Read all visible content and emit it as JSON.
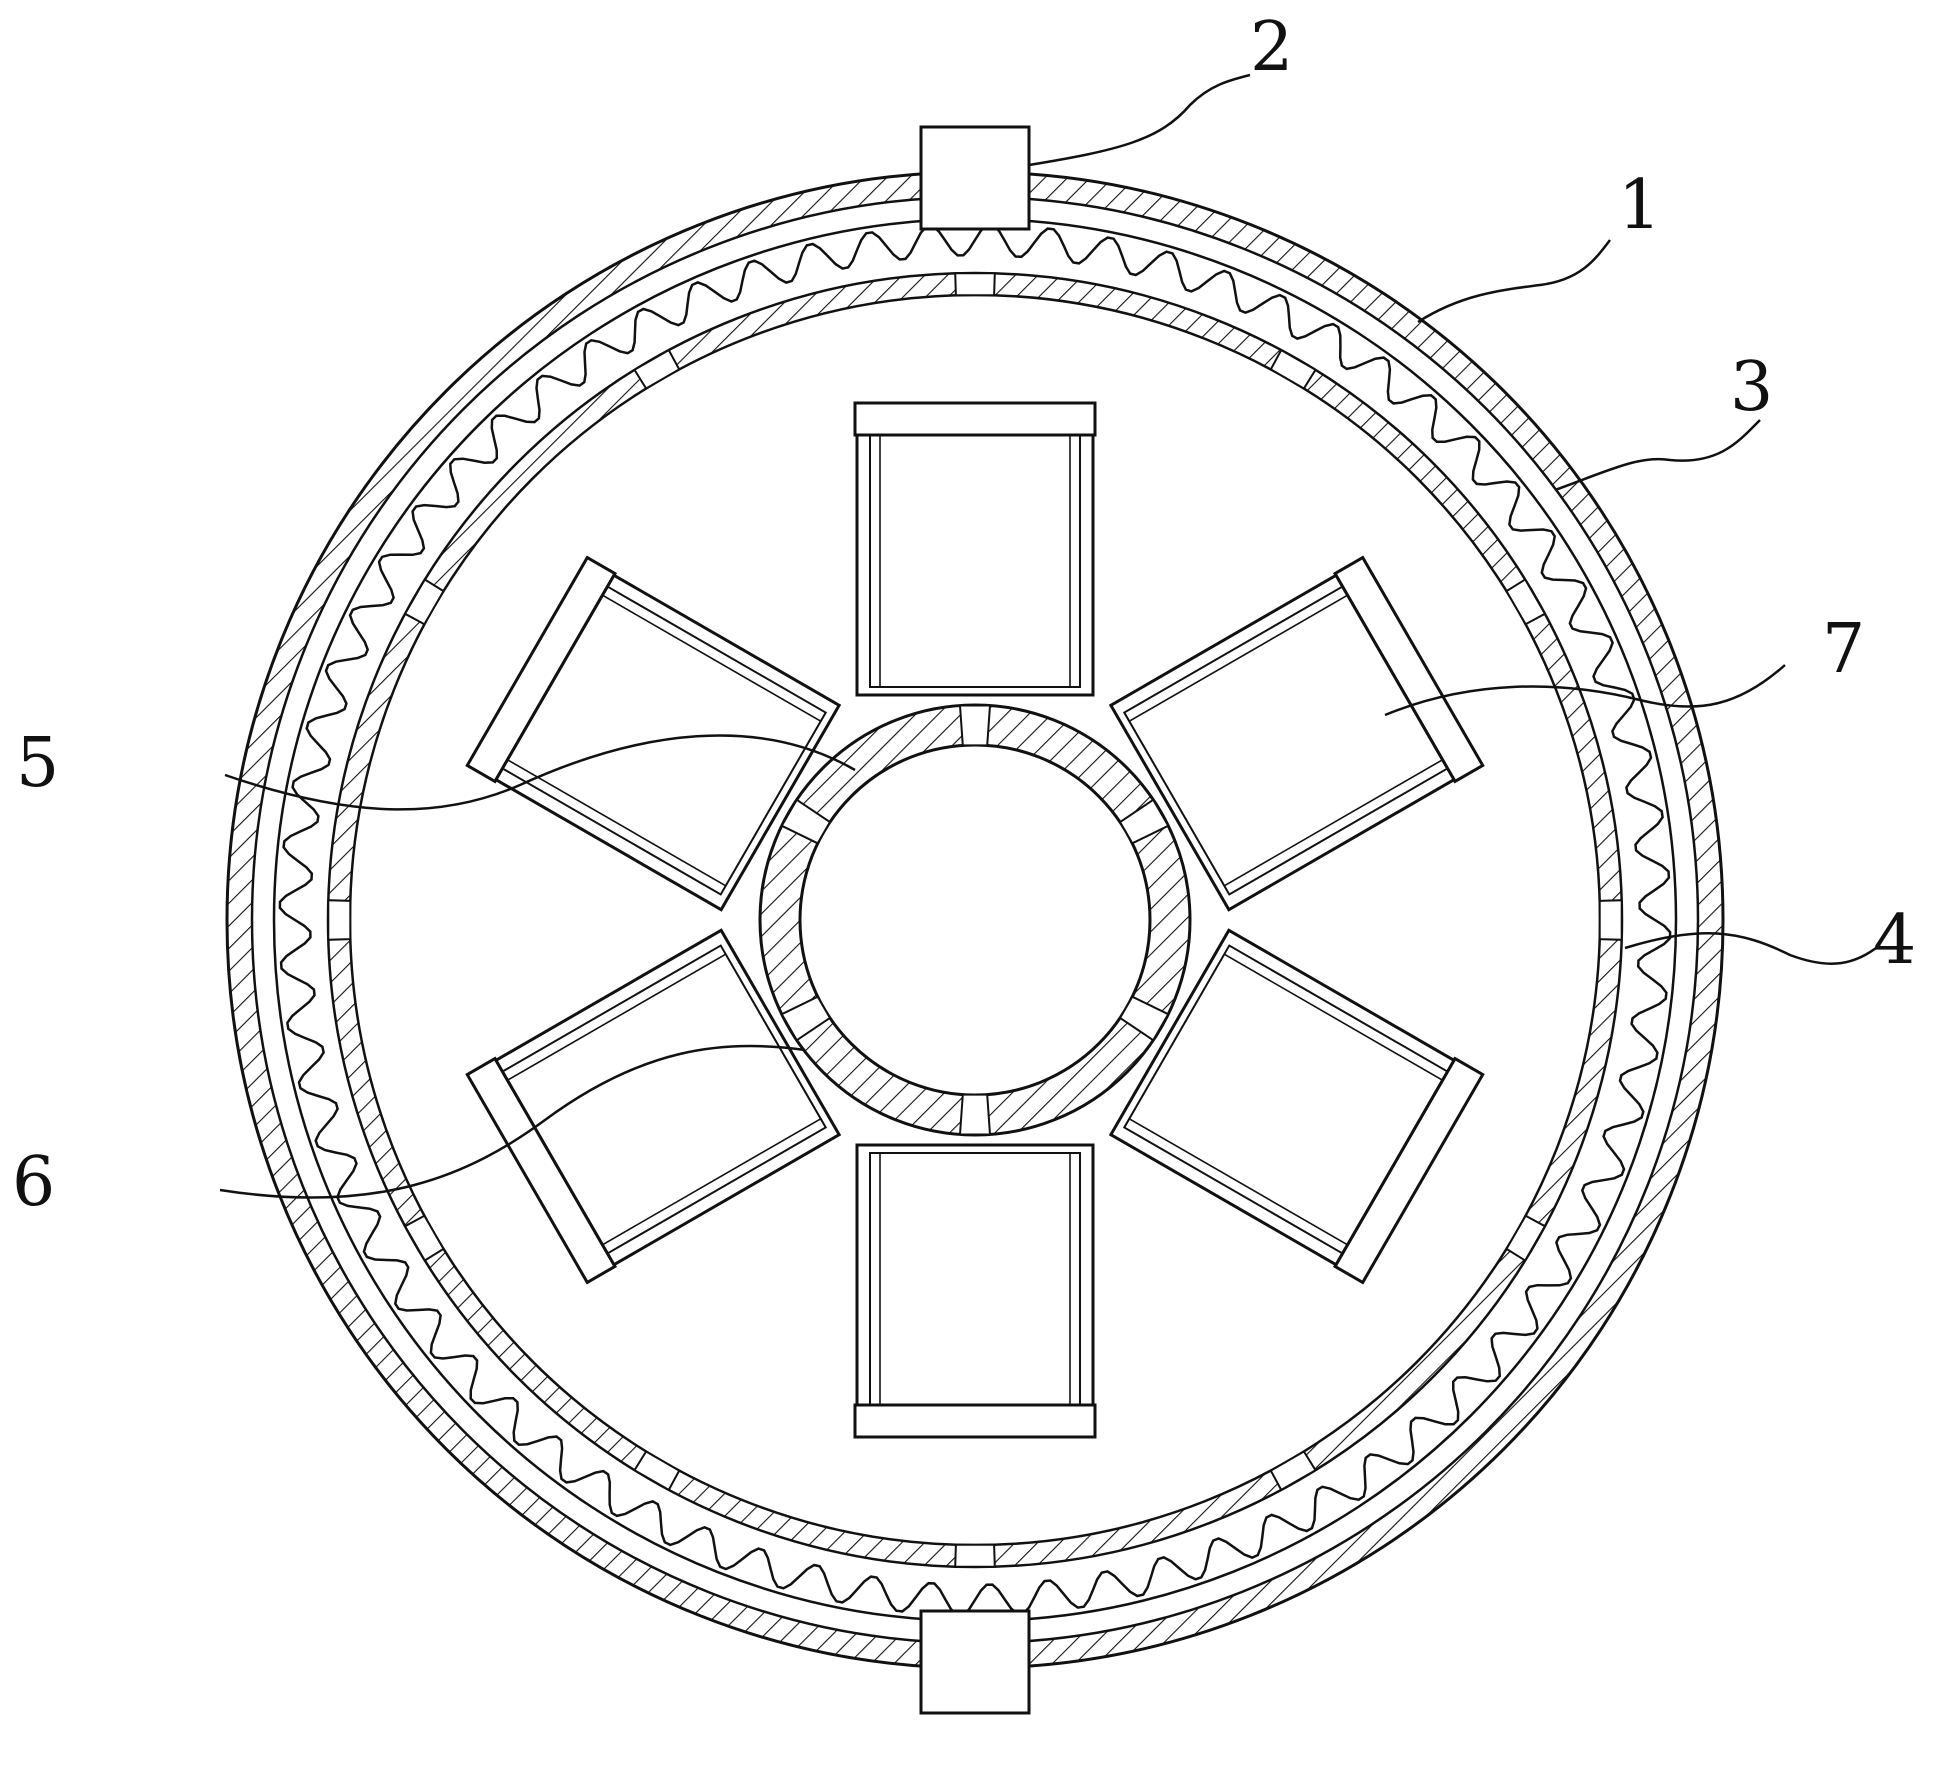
{
  "figure": {
    "kind": "mechanical cross-section drawing",
    "colors": {
      "line": "#111111",
      "background": "#ffffff"
    },
    "callouts": [
      {
        "id": "label-1",
        "text": "1"
      },
      {
        "id": "label-2",
        "text": "2"
      },
      {
        "id": "label-3",
        "text": "3"
      },
      {
        "id": "label-4",
        "text": "4"
      },
      {
        "id": "label-5",
        "text": "5"
      },
      {
        "id": "label-6",
        "text": "6"
      },
      {
        "id": "label-7",
        "text": "7"
      }
    ],
    "rotating_slots_count": 6,
    "gear_teeth_count": 72
  }
}
